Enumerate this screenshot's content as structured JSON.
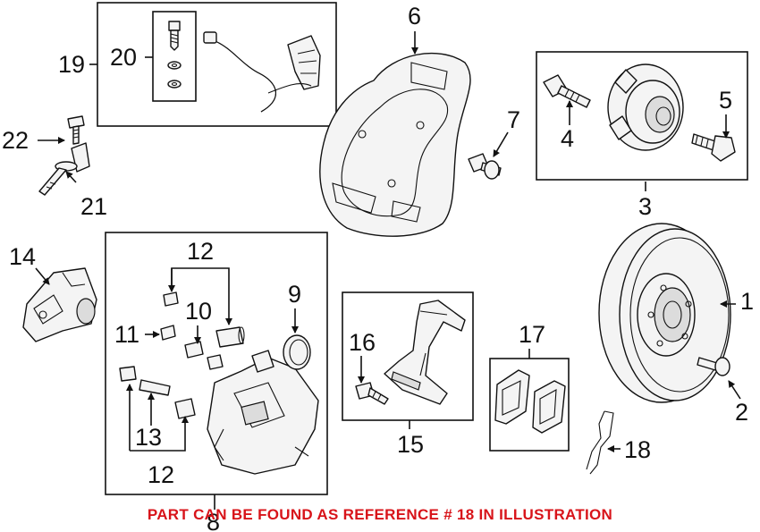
{
  "callouts": {
    "c1": "1",
    "c2": "2",
    "c3": "3",
    "c4": "4",
    "c5": "5",
    "c6": "6",
    "c7": "7",
    "c8": "8",
    "c9": "9",
    "c10": "10",
    "c11": "11",
    "c12a": "12",
    "c12b": "12",
    "c13": "13",
    "c14": "14",
    "c15": "15",
    "c16": "16",
    "c17": "17",
    "c18": "18",
    "c19": "19",
    "c20": "20",
    "c21": "21",
    "c22": "22"
  },
  "caption": {
    "text": "PART CAN BE FOUND AS REFERENCE # 18 IN ILLUSTRATION",
    "color": "#d8141a"
  }
}
